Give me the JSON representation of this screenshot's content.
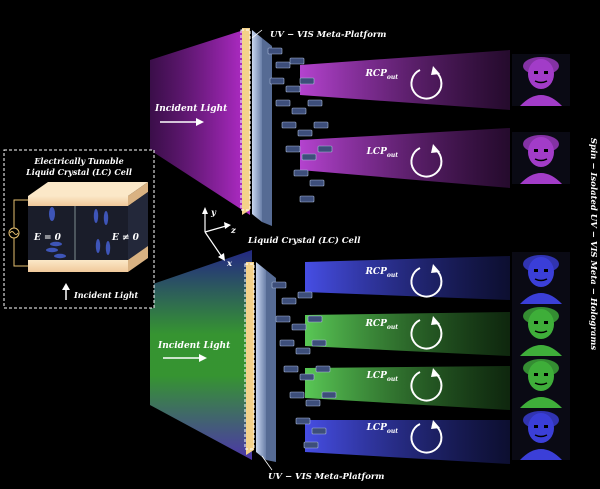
{
  "labels": {
    "meta_platform_top": "UV − VIS Meta-Platform",
    "meta_platform_bottom": "UV − VIS Meta-Platform",
    "lc_cell": "Liquid Crystal (LC) Cell",
    "incident_light_top": "Incident Light",
    "incident_light_bottom": "Incident Light",
    "inset_title_line1": "Electrically Tunable",
    "inset_title_line2": "Liquid Crystal (LC) Cell",
    "inset_e_zero": "E = 0",
    "inset_e_nonzero": "E ≠ 0",
    "inset_incident": "Incident Light",
    "side_title": "Spin − Isolated UV − VIS Meta − Holograms"
  },
  "axes": {
    "y": "y",
    "z": "z",
    "x": "x"
  },
  "outputs_top": [
    {
      "main": "RCP",
      "sub": "out",
      "color": "#a23cc8"
    },
    {
      "main": "LCP",
      "sub": "out",
      "color": "#a23cc8"
    }
  ],
  "outputs_bottom": [
    {
      "main": "RCP",
      "sub": "out",
      "color": "#3b3fd8"
    },
    {
      "main": "RCP",
      "sub": "out",
      "color": "#3fae3a"
    },
    {
      "main": "LCP",
      "sub": "out",
      "color": "#3fae3a"
    },
    {
      "main": "LCP",
      "sub": "out",
      "color": "#3b3fd8"
    }
  ],
  "colors": {
    "uv": "#3b3fd8",
    "green": "#3fae3a",
    "violet": "#a23cc8",
    "lc_gold": "#f0d89a",
    "platform": "#9fb4d8"
  }
}
